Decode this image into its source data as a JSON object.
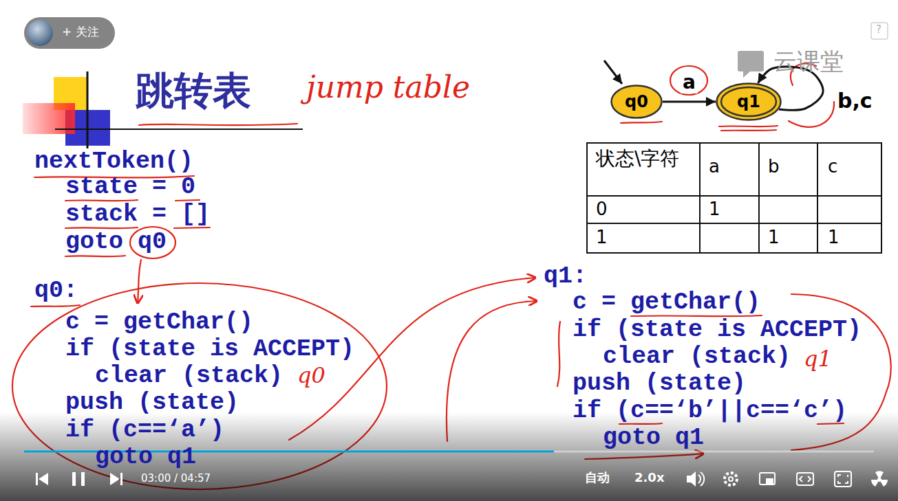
{
  "diagram": {
    "title": "跳转表",
    "nodes": [
      {
        "text": [
          "q0"
        ]
      },
      {
        "text": [
          "q1"
        ]
      }
    ],
    "edges": [
      {
        "from": 0,
        "to": 1,
        "arrow": "to",
        "label": "a"
      },
      {
        "from": 1,
        "to": 1,
        "arrow": "to",
        "label": "b,c"
      }
    ],
    "labels": [
      "+ 关注",
      "?",
      "云课堂",
      "jump table",
      "状态\\字符",
      "a",
      "b",
      "c",
      "0",
      "1",
      "1",
      "1",
      "1",
      "nextToken()",
      "state = 0",
      "stack = []",
      "goto q0",
      "q0:",
      "c = getChar()",
      "if (state is ACCEPT)",
      "clear (stack)",
      "q0",
      "push (state)",
      "if (c==‘a’)",
      "goto q1",
      "q1:",
      "c = getChar()",
      "if (state is ACCEPT)",
      "clear (stack)",
      "q1",
      "push (state)",
      "if (c==‘b’||c==‘c’)",
      "goto q1",
      "03:00 / 04:57",
      "自动",
      "2.0x"
    ]
  }
}
